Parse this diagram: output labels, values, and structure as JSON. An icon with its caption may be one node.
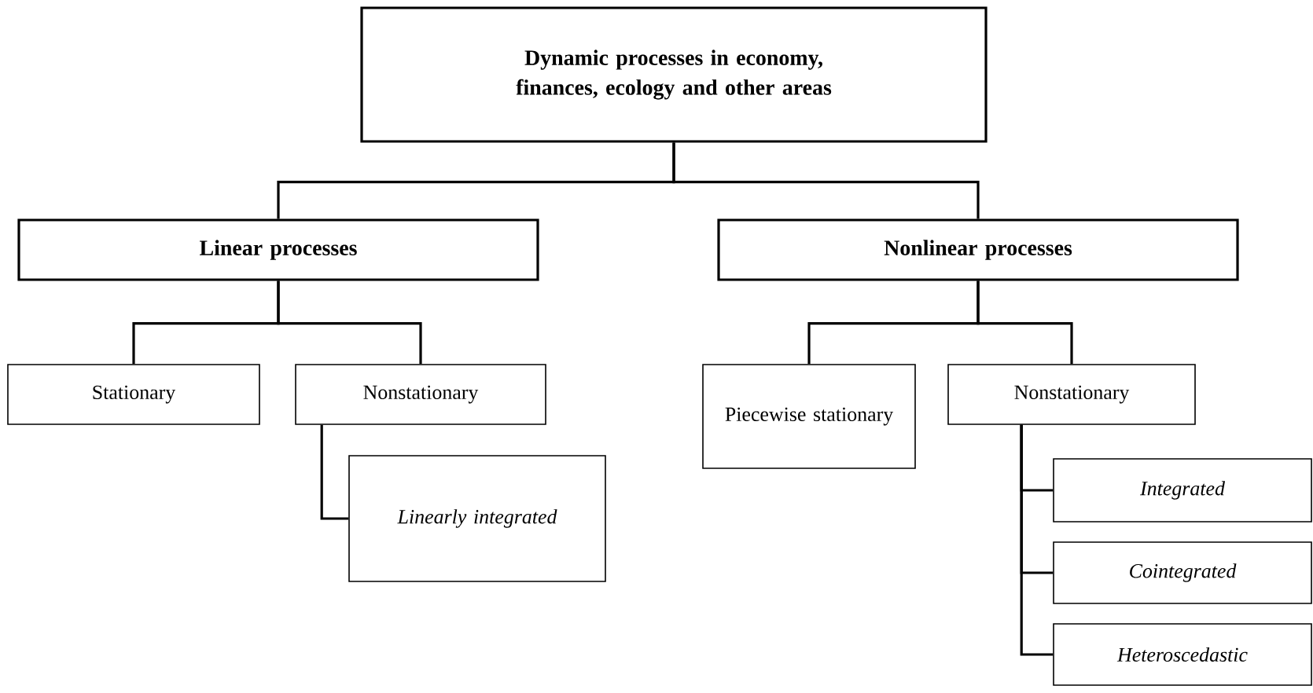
{
  "diagram": {
    "nodes": [
      {
        "text": [
          "Dynamic processes in economy, finances, ecology and other areas"
        ]
      },
      {
        "text": [
          "Linear processes"
        ]
      },
      {
        "text": [
          "Nonlinear processes"
        ]
      },
      {
        "text": [
          "Stationary"
        ]
      },
      {
        "text": [
          "Nonstationary"
        ]
      },
      {
        "text": [
          "Linearly integrated"
        ]
      },
      {
        "text": [
          "Piecewise stationary"
        ]
      },
      {
        "text": [
          "Nonstationary"
        ]
      },
      {
        "text": [
          "Integrated"
        ]
      },
      {
        "text": [
          "Cointegrated"
        ]
      },
      {
        "text": [
          "Heteroscedastic"
        ]
      }
    ],
    "edges": [
      {
        "from": 0,
        "to": 1,
        "arrow": "none"
      },
      {
        "from": 0,
        "to": 2,
        "arrow": "none"
      },
      {
        "from": 1,
        "to": 3,
        "arrow": "none"
      },
      {
        "from": 1,
        "to": 4,
        "arrow": "none"
      },
      {
        "from": 4,
        "to": 5,
        "arrow": "none"
      },
      {
        "from": 2,
        "to": 6,
        "arrow": "none"
      },
      {
        "from": 2,
        "to": 7,
        "arrow": "none"
      },
      {
        "from": 7,
        "to": 8,
        "arrow": "none"
      },
      {
        "from": 7,
        "to": 9,
        "arrow": "none"
      },
      {
        "from": 7,
        "to": 10,
        "arrow": "none"
      }
    ]
  }
}
